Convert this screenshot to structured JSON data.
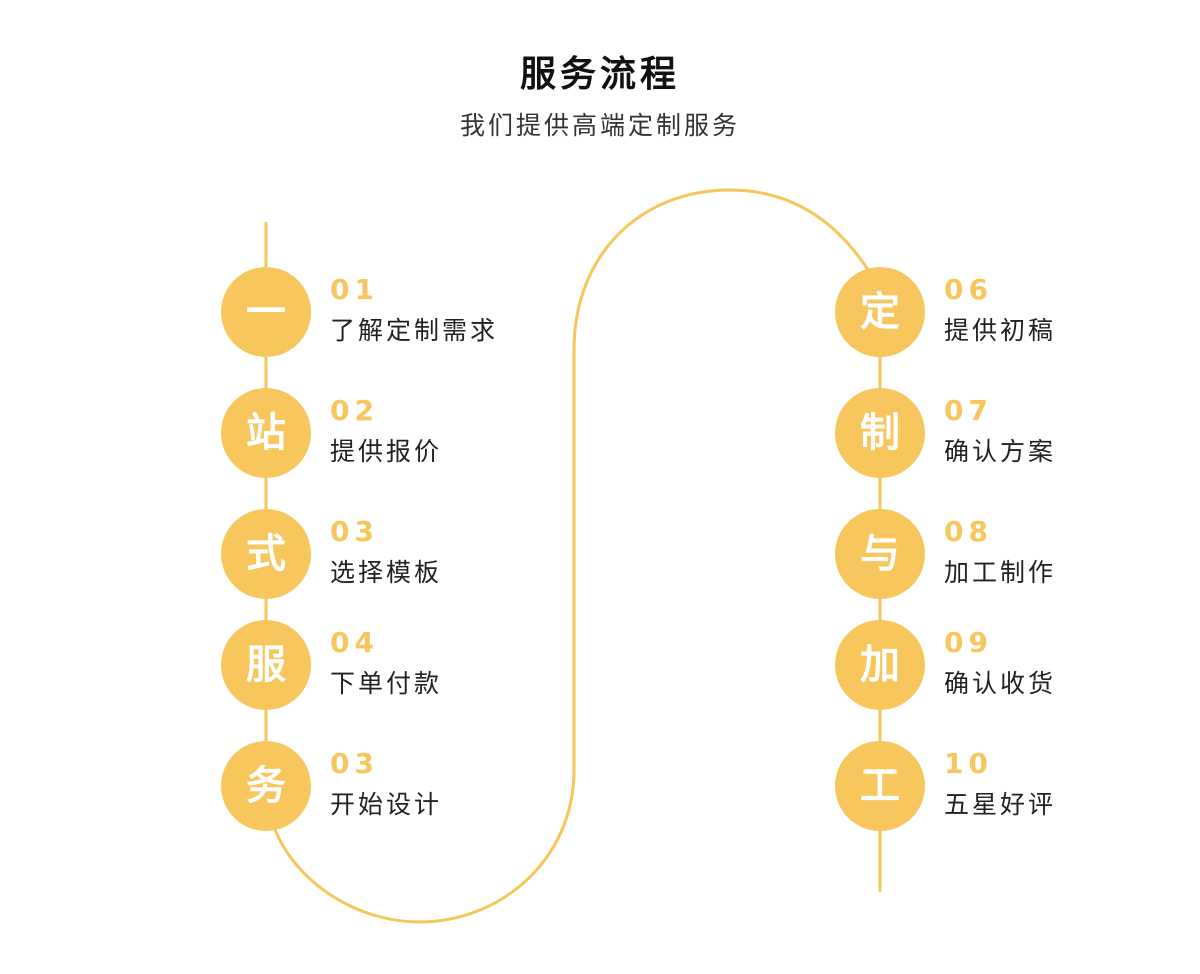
{
  "header": {
    "title": "服务流程",
    "subtitle": "我们提供高端定制服务"
  },
  "colors": {
    "accent": "#F7C65C",
    "line": "#F5C65A",
    "text": "#222222"
  },
  "steps": [
    {
      "char": "一",
      "num": "01",
      "label": "了解定制需求"
    },
    {
      "char": "站",
      "num": "02",
      "label": "提供报价"
    },
    {
      "char": "式",
      "num": "03",
      "label": "选择模板"
    },
    {
      "char": "服",
      "num": "04",
      "label": "下单付款"
    },
    {
      "char": "务",
      "num": "03",
      "label": "开始设计"
    },
    {
      "char": "定",
      "num": "06",
      "label": "提供初稿"
    },
    {
      "char": "制",
      "num": "07",
      "label": "确认方案"
    },
    {
      "char": "与",
      "num": "08",
      "label": "加工制作"
    },
    {
      "char": "加",
      "num": "09",
      "label": "确认收货"
    },
    {
      "char": "工",
      "num": "10",
      "label": "五星好评"
    }
  ]
}
